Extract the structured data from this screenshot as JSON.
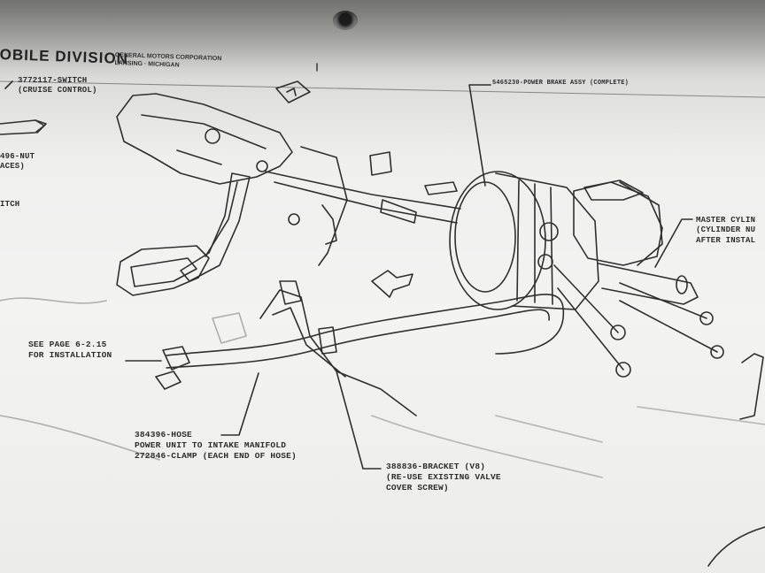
{
  "header": {
    "division": "OBILE DIVISION",
    "corp_line1": "GENERAL MOTORS CORPORATION",
    "corp_line2": "LANSING · MICHIGAN"
  },
  "callouts": {
    "switch_cruise_line1": "3772117-SWITCH",
    "switch_cruise_line2": "(CRUISE CONTROL)",
    "nut_line1": "496-NUT",
    "nut_line2": "ACES)",
    "switch_left": "ITCH",
    "power_brake": "5465230-POWER BRAKE ASSY (COMPLETE)",
    "master_cyl_line1": "MASTER CYLIN",
    "master_cyl_line2": "(CYLINDER NU",
    "master_cyl_line3": "AFTER INSTAL",
    "see_page_line1": "SEE PAGE 6-2.15",
    "see_page_line2": "FOR INSTALLATION",
    "hose_line1": "384396-HOSE",
    "hose_line2": "POWER UNIT TO INTAKE MANIFOLD",
    "hose_line3": "272846-CLAMP (EACH END OF HOSE)",
    "bracket_line1": "388836-BRACKET (V8)",
    "bracket_line2": "(RE-USE EXISTING VALVE",
    "bracket_line3": "COVER SCREW)"
  },
  "colors": {
    "ink": "#2c2c2c",
    "paper": "#f1f1ef"
  }
}
